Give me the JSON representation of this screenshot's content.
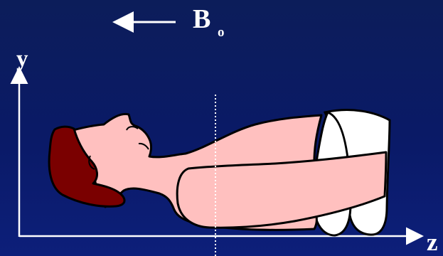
{
  "field_label": {
    "symbol": "B",
    "subscript": "o"
  },
  "axes": {
    "y_label": "y",
    "z_label": "z"
  },
  "colors": {
    "background_top": "#0c1d5a",
    "background_bottom": "#0d1f7a",
    "axis": "#ffffff",
    "skin": "#ffc0bf",
    "hair": "#7a0000",
    "pillow_foot_support": "#ffffff",
    "outline": "#000000",
    "center_line": "#ffffff"
  }
}
